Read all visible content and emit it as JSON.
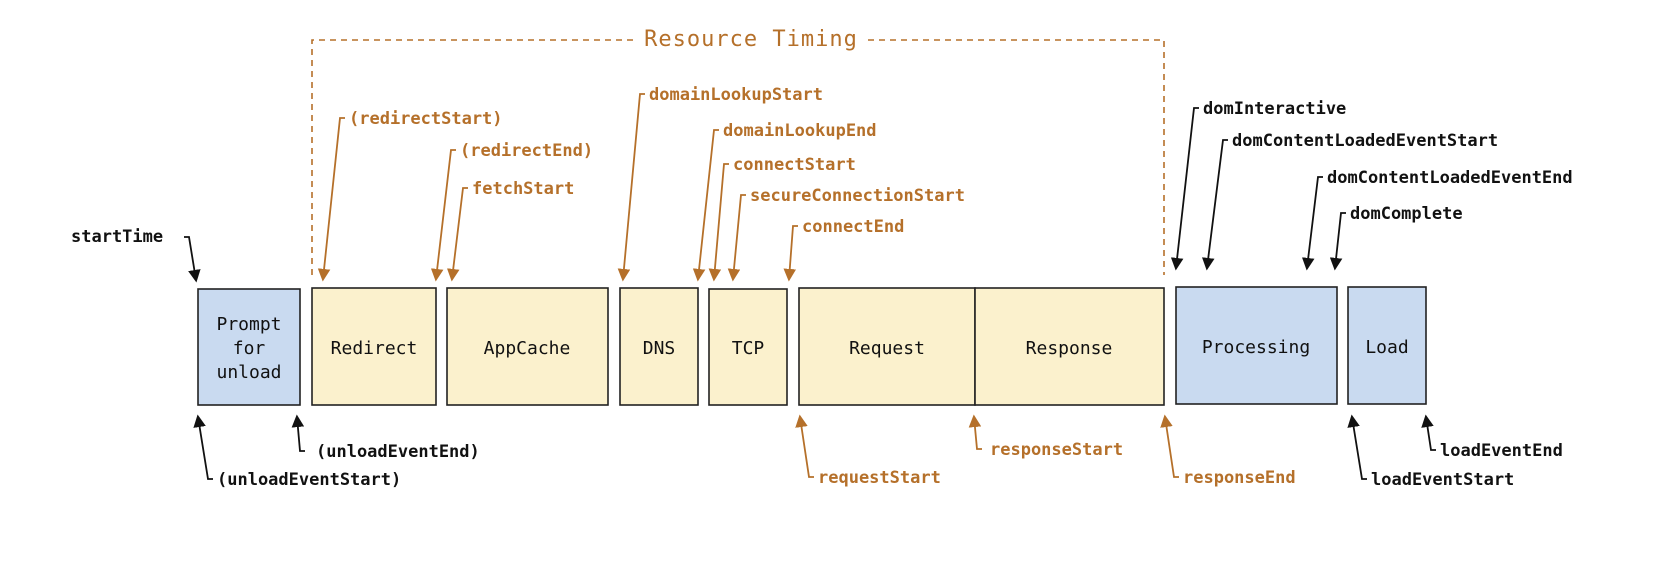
{
  "title": "Resource Timing",
  "colors": {
    "resource": "#b5702a",
    "browser": "#111111",
    "blue_box": "#c9daf0",
    "yellow_box": "#fbf1cd"
  },
  "phases": {
    "prompt_unload": [
      "Prompt",
      "for",
      "unload"
    ],
    "redirect": "Redirect",
    "appcache": "AppCache",
    "dns": "DNS",
    "tcp": "TCP",
    "request": "Request",
    "response": "Response",
    "processing": "Processing",
    "load": "Load"
  },
  "markers": {
    "startTime": "startTime",
    "redirectStart": "(redirectStart)",
    "redirectEnd": "(redirectEnd)",
    "fetchStart": "fetchStart",
    "domainLookupStart": "domainLookupStart",
    "domainLookupEnd": "domainLookupEnd",
    "connectStart": "connectStart",
    "secureConnectionStart": "secureConnectionStart",
    "connectEnd": "connectEnd",
    "domInteractive": "domInteractive",
    "domContentLoadedEventStart": "domContentLoadedEventStart",
    "domContentLoadedEventEnd": "domContentLoadedEventEnd",
    "domComplete": "domComplete",
    "unloadEventStart": "(unloadEventStart)",
    "unloadEventEnd": "(unloadEventEnd)",
    "requestStart": "requestStart",
    "responseStart": "responseStart",
    "responseEnd": "responseEnd",
    "loadEventStart": "loadEventStart",
    "loadEventEnd": "loadEventEnd"
  }
}
